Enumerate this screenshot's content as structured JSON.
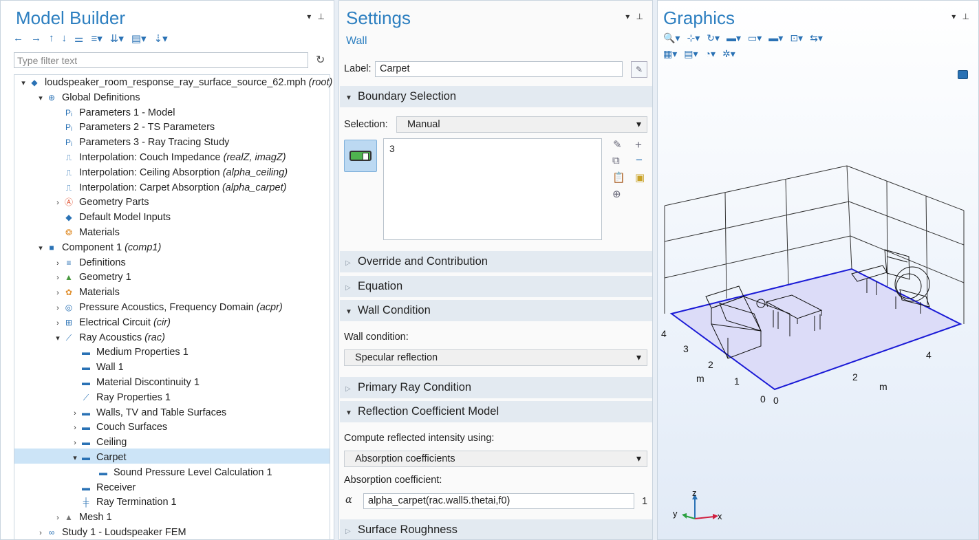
{
  "model_builder": {
    "title": "Model Builder",
    "pin": "▾ ⊥",
    "toolbar": [
      "←",
      "→",
      "↑",
      "↓",
      "⚌",
      "≡▾",
      "⇊▾",
      "▤▾",
      "⇣▾"
    ],
    "filter_placeholder": "Type filter text",
    "refresh": "↻",
    "tree": [
      {
        "t": "▾",
        "i": "◆",
        "text": "loudspeaker_room_response_ray_surface_source_62.mph",
        "it": " (root)"
      },
      {
        "t": "▾",
        "i": "⊕",
        "text": "Global Definitions",
        "it": ""
      },
      {
        "t": "",
        "i": "Pᵢ",
        "text": "Parameters 1 - Model",
        "it": ""
      },
      {
        "t": "",
        "i": "Pᵢ",
        "text": "Parameters 2 - TS Parameters",
        "it": ""
      },
      {
        "t": "",
        "i": "Pᵢ",
        "text": "Parameters 3 - Ray Tracing Study",
        "it": ""
      },
      {
        "t": "",
        "i": "⎍",
        "text": "Interpolation: Couch Impedance ",
        "it": "(realZ, imagZ)"
      },
      {
        "t": "",
        "i": "⎍",
        "text": "Interpolation: Ceiling Absorption ",
        "it": "(alpha_ceiling)"
      },
      {
        "t": "",
        "i": "⎍",
        "text": "Interpolation: Carpet Absorption ",
        "it": "(alpha_carpet)"
      },
      {
        "t": "›",
        "i": "Ⓐ",
        "text": "Geometry Parts",
        "it": ""
      },
      {
        "t": "",
        "i": "◆",
        "text": "Default Model Inputs",
        "it": ""
      },
      {
        "t": "",
        "i": "❂",
        "text": "Materials",
        "it": ""
      },
      {
        "t": "▾",
        "i": "■",
        "text": "Component 1 ",
        "it": "(comp1)"
      },
      {
        "t": "›",
        "i": "≡",
        "text": "Definitions",
        "it": ""
      },
      {
        "t": "›",
        "i": "▲",
        "text": "Geometry 1",
        "it": ""
      },
      {
        "t": "›",
        "i": "✿",
        "text": "Materials",
        "it": ""
      },
      {
        "t": "›",
        "i": "◎",
        "text": "Pressure Acoustics, Frequency Domain ",
        "it": "(acpr)"
      },
      {
        "t": "›",
        "i": "⊞",
        "text": "Electrical Circuit ",
        "it": "(cir)"
      },
      {
        "t": "▾",
        "i": "⟋",
        "text": "Ray Acoustics ",
        "it": "(rac)"
      },
      {
        "t": "",
        "i": "▬",
        "text": "Medium Properties 1",
        "it": ""
      },
      {
        "t": "",
        "i": "▬",
        "text": "Wall 1",
        "it": ""
      },
      {
        "t": "",
        "i": "▬",
        "text": "Material Discontinuity 1",
        "it": ""
      },
      {
        "t": "",
        "i": "⟋",
        "text": "Ray Properties 1",
        "it": ""
      },
      {
        "t": "›",
        "i": "▬",
        "text": "Walls, TV and Table Surfaces",
        "it": ""
      },
      {
        "t": "›",
        "i": "▬",
        "text": "Couch Surfaces",
        "it": ""
      },
      {
        "t": "›",
        "i": "▬",
        "text": "Ceiling",
        "it": ""
      },
      {
        "t": "▾",
        "i": "▬",
        "text": "Carpet",
        "it": ""
      },
      {
        "t": "",
        "i": "▬",
        "text": "Sound Pressure Level Calculation 1",
        "it": ""
      },
      {
        "t": "",
        "i": "▬",
        "text": "Receiver",
        "it": ""
      },
      {
        "t": "",
        "i": "╪",
        "text": "Ray Termination 1",
        "it": ""
      },
      {
        "t": "›",
        "i": "▲",
        "text": "Mesh 1",
        "it": ""
      },
      {
        "t": "›",
        "i": "∞",
        "text": "Study 1 - Loudspeaker FEM",
        "it": ""
      }
    ]
  },
  "settings": {
    "title": "Settings",
    "pin": "▾ ⊥",
    "subtitle": "Wall",
    "label_caption": "Label:",
    "label_value": "Carpet",
    "selection_caption": "Selection:",
    "selection_value": "Manual",
    "selection_list": "3",
    "sections": {
      "boundary": "Boundary Selection",
      "override": "Override and Contribution",
      "equation": "Equation",
      "wall_condition": "Wall Condition",
      "primary_ray": "Primary Ray Condition",
      "reflection": "Reflection Coefficient Model",
      "roughness": "Surface Roughness"
    },
    "wall_condition_caption": "Wall condition:",
    "wall_condition_value": "Specular reflection",
    "compute_caption": "Compute reflected intensity using:",
    "compute_value": "Absorption coefficients",
    "absorption_caption": "Absorption coefficient:",
    "alpha_symbol": "α",
    "absorption_value": "alpha_carpet(rac.wall5.thetai,f0)",
    "absorption_unit": "1"
  },
  "graphics": {
    "title": "Graphics",
    "pin": "▾ ⊥",
    "toolbar_row1": [
      "🔍▾",
      "⊹▾",
      "↻▾",
      "▬▾",
      "▭▾",
      "▬▾",
      "⊡▾",
      "⇆▾"
    ],
    "toolbar_row2": [
      "▦▾",
      "▤▾",
      "◔▾",
      "✲▾"
    ],
    "axis": {
      "y_ticks": [
        "4",
        "3",
        "2",
        "1",
        "0"
      ],
      "y_unit": "m",
      "x_ticks": [
        "0",
        "2",
        "4"
      ],
      "x_unit": "m",
      "triad": {
        "z": "z",
        "y": "y",
        "x": "x"
      }
    },
    "colors": {
      "floor_edge": "#1a1ad6",
      "floor_fill": "#dcdcf8",
      "wire": "#222222"
    }
  }
}
